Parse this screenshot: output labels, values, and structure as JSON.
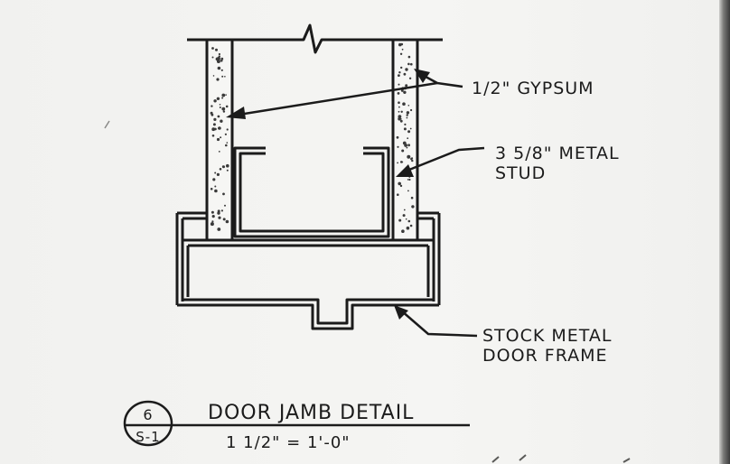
{
  "labels": {
    "gypsum": "1/2\" GYPSUM",
    "stud_line1": "3 5/8\" METAL",
    "stud_line2": "STUD",
    "frame_line1": "STOCK METAL",
    "frame_line2": "DOOR FRAME"
  },
  "title_block": {
    "detail_number": "6",
    "sheet_number": "S-1",
    "title": "DOOR JAMB DETAIL",
    "scale": "1 1/2\" = 1'-0\""
  },
  "colors": {
    "ink": "#1b1b1b",
    "paper": "#f3f3f1",
    "stipple": "#3a3a3a"
  }
}
